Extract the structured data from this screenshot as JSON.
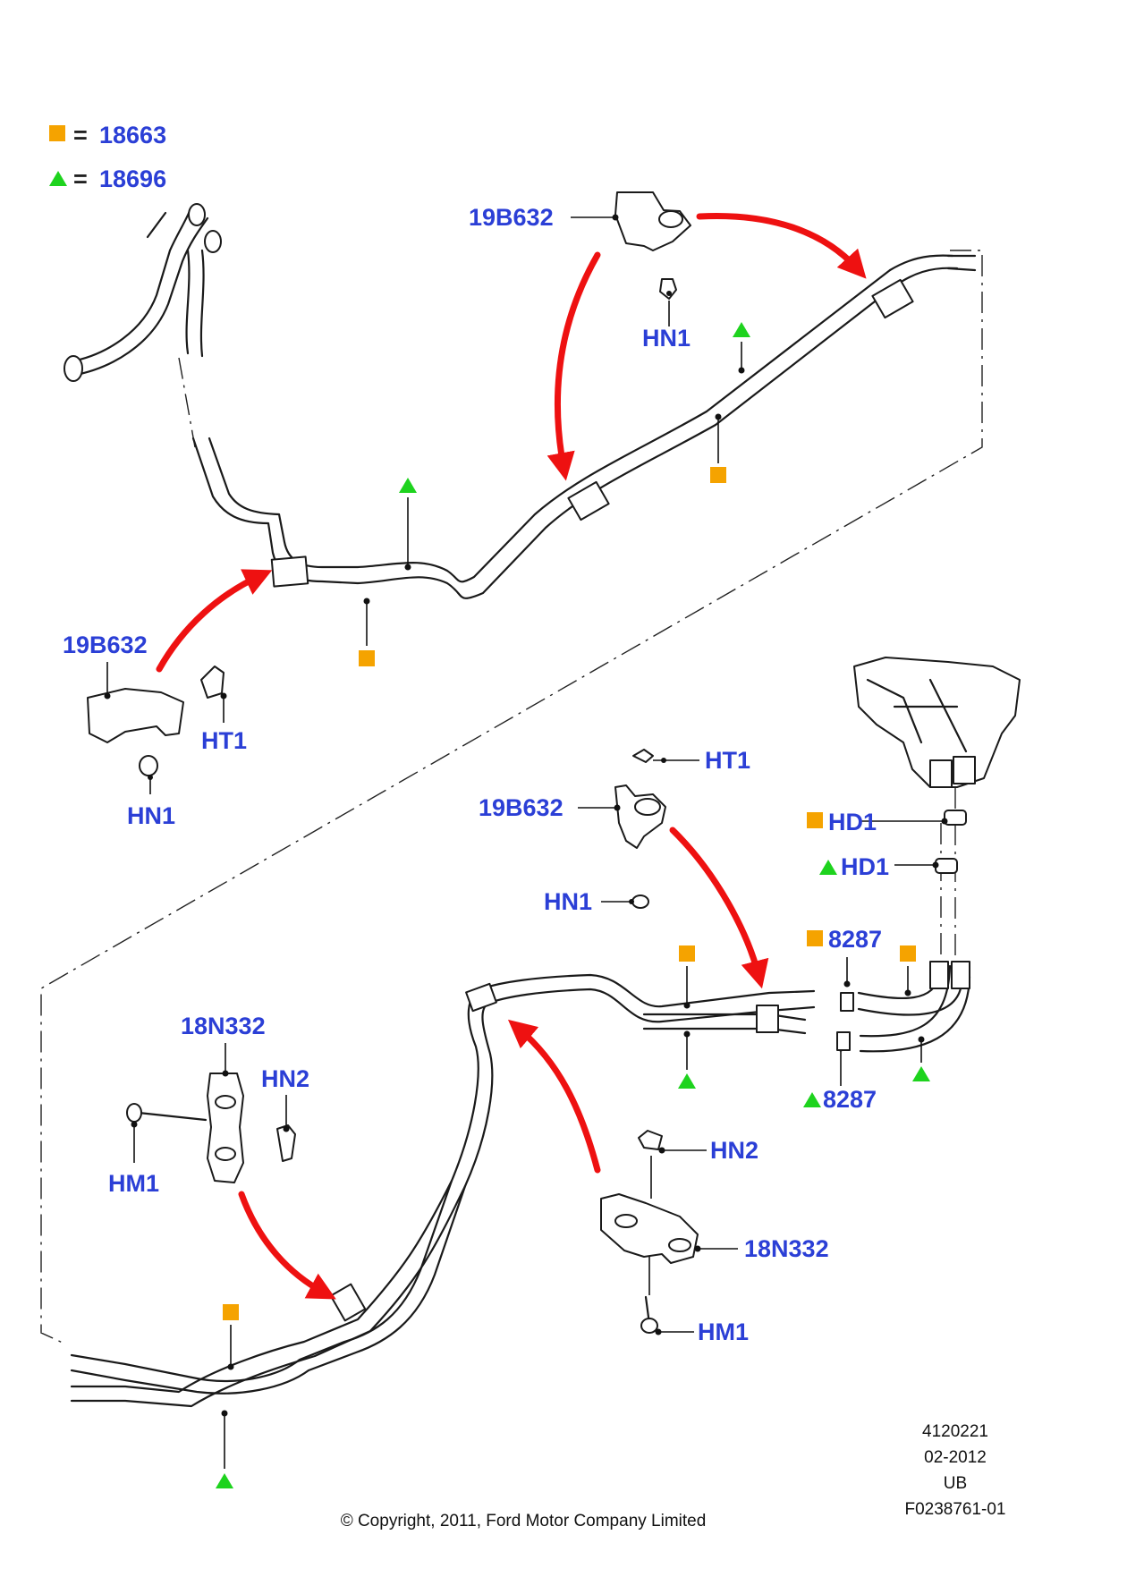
{
  "legend": {
    "square_code": "18663",
    "triangle_code": "18696",
    "equals": "=",
    "square_color": "#f5a300",
    "triangle_color": "#1ed31e"
  },
  "labels": {
    "top_bracket": "19B632",
    "top_nut": "HN1",
    "left_bracket": "19B632",
    "left_stud": "HT1",
    "left_nut": "HN1",
    "mid_stud": "HT1",
    "mid_bracket": "19B632",
    "mid_nut": "HN1",
    "hd1_square": "HD1",
    "hd1_triangle": "HD1",
    "clip_8287_square": "8287",
    "clip_8287_triangle": "8287",
    "left_clip_bracket": "18N332",
    "left_clip_nut": "HN2",
    "left_clip_bolt": "HM1",
    "right_clip_nut": "HN2",
    "right_clip_bracket": "18N332",
    "right_clip_bolt": "HM1"
  },
  "footer": {
    "copyright": "© Copyright, 2011, Ford Motor Company Limited",
    "ref_number": "4120221",
    "date": "02-2012",
    "region": "UB",
    "figure_id": "F0238761-01"
  }
}
